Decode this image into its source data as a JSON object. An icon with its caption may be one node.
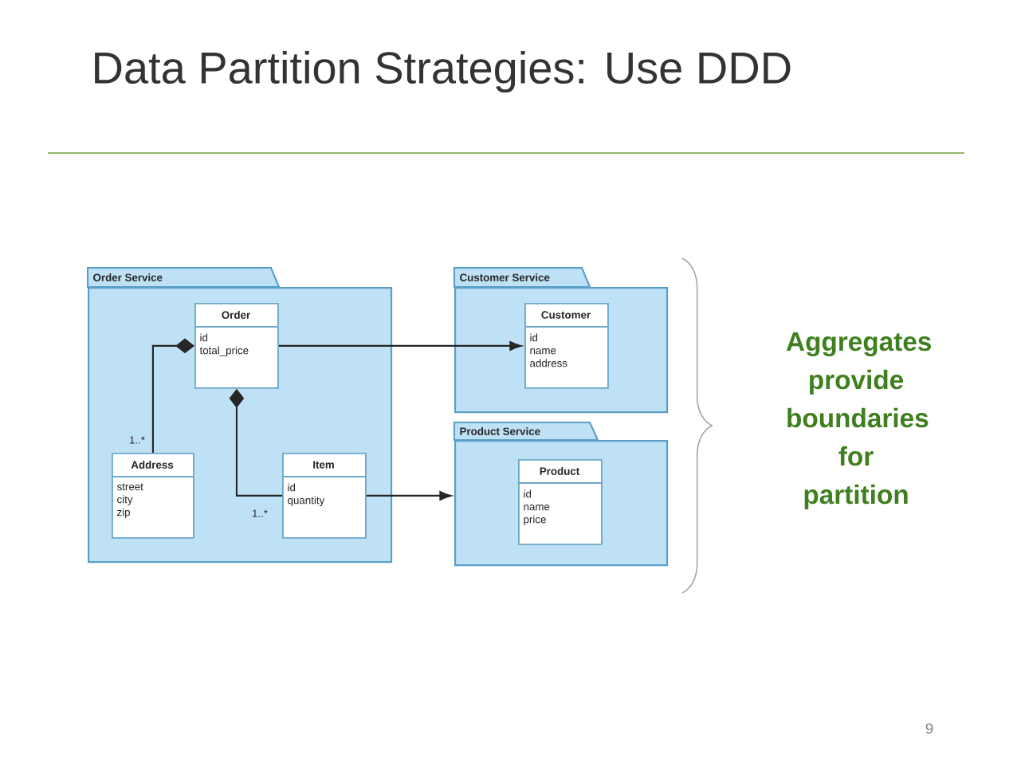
{
  "diagram": {
    "title": "Data Partition Strategies: Use DDD",
    "nodes": [
      {
        "text": [
          "Order Service"
        ]
      },
      {
        "text": [
          "Order",
          "id total_price"
        ],
        "in": 0
      },
      {
        "text": [
          "Address",
          "street city zip"
        ],
        "in": 0
      },
      {
        "text": [
          "Item",
          "id quantity"
        ],
        "in": 0
      },
      {
        "text": [
          "Customer Service"
        ]
      },
      {
        "text": [
          "Customer",
          "id name address"
        ],
        "in": 4
      },
      {
        "text": [
          "Product Service"
        ]
      },
      {
        "text": [
          "Product",
          "id name price"
        ],
        "in": 6
      }
    ],
    "edges": [
      {
        "from": 1,
        "to": 5,
        "arrow": "to"
      },
      {
        "from": 3,
        "to": 6,
        "arrow": "to"
      },
      {
        "from": 1,
        "to": 2,
        "arrow": "other",
        "label": "1..*"
      },
      {
        "from": 1,
        "to": 3,
        "arrow": "other",
        "label": "1..*"
      }
    ],
    "labels": [
      "Aggregates provide boundaries for partition",
      "9"
    ]
  }
}
